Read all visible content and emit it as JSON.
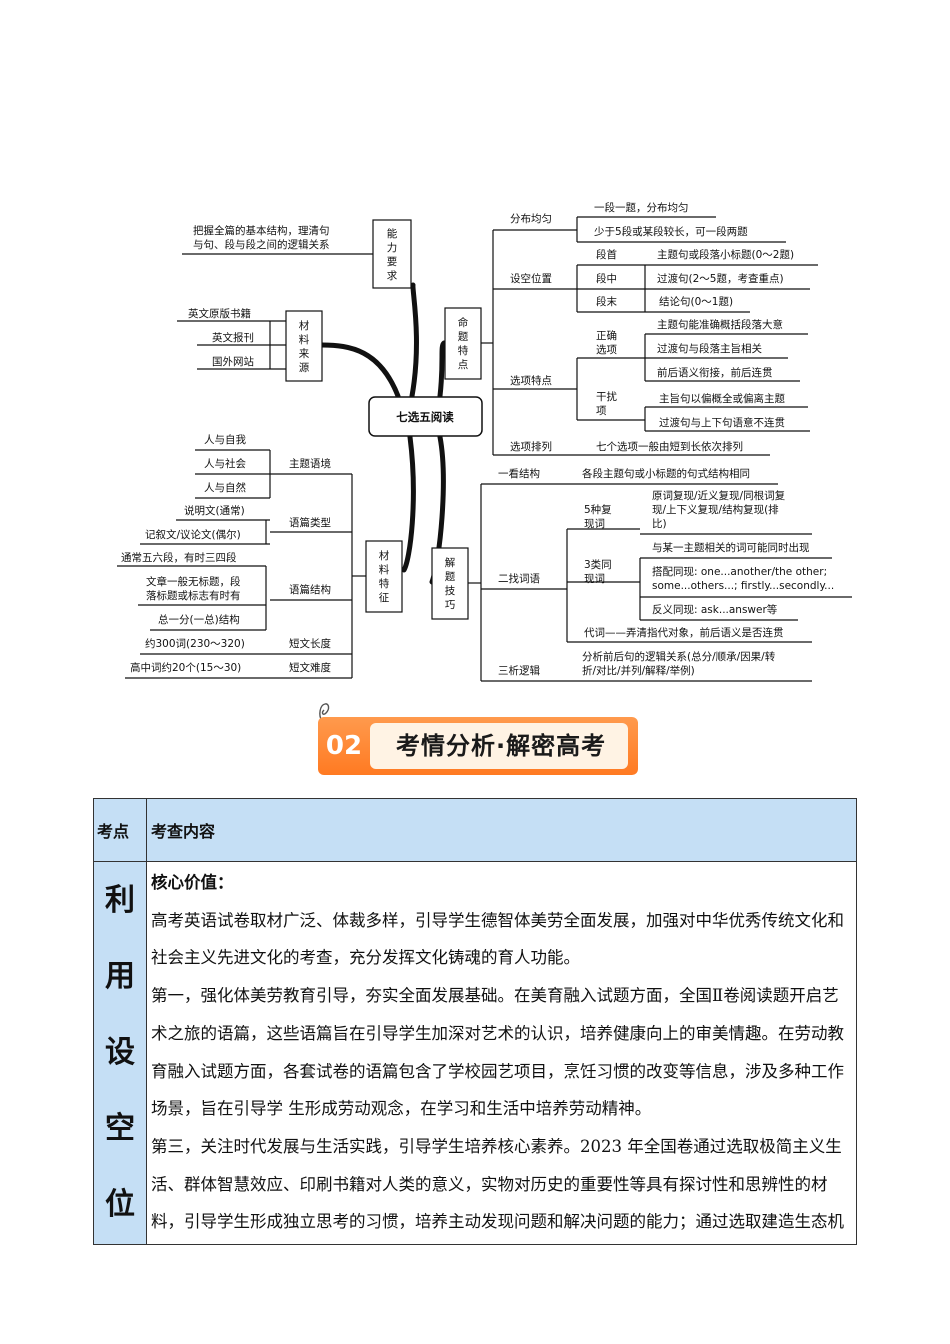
{
  "mindmap": {
    "center": "七选五阅读",
    "branches": {
      "requirement": {
        "label": "能力要求",
        "text": [
          "把握全篇的基本结构，理清句",
          "与句、段与段之间的逻辑关系"
        ]
      },
      "source": {
        "label": "材料来源",
        "items": [
          "英文原版书籍",
          "英文报刊",
          "国外网站"
        ]
      },
      "features": {
        "label": "材料特征",
        "subs": [
          {
            "label": "主题语境",
            "items": [
              "人与自我",
              "人与社会",
              "人与自然"
            ]
          },
          {
            "label": "语篇类型",
            "items": [
              "说明文(通常)",
              "记叙文/议论文(偶尔)"
            ]
          },
          {
            "label": "语篇结构",
            "items": [
              "通常五六段，有时三四段",
              "文章一般无标题，段",
              "落标题或标志有时有",
              "总一分(一总)结构"
            ]
          },
          {
            "label": "短文长度",
            "items": [
              "约300词(230～320)"
            ]
          },
          {
            "label": "短文难度",
            "items": [
              "高中词约20个(15～30)"
            ]
          }
        ]
      },
      "proposition": {
        "label": "命题特点",
        "distribution": {
          "label": "分布均匀",
          "items": [
            "一段一题，分布均匀",
            "少于5段或某段较长，可一段两题"
          ]
        },
        "position": {
          "label": "设空位置",
          "items": [
            {
              "k": "段首",
              "v": "主题句或段落小标题(0～2题)"
            },
            {
              "k": "段中",
              "v": "过渡句(2～5题，考查重点)"
            },
            {
              "k": "段末",
              "v": "结论句(0～1题)"
            }
          ]
        },
        "options": {
          "label": "选项特点",
          "correct": {
            "k": "正确选项",
            "items": [
              "主题句能准确概括段落大意",
              "过渡句与段落主旨相关",
              "前后语义衔接，前后连贯"
            ]
          },
          "distractor": {
            "k": "干扰项",
            "items": [
              "主旨句以偏概全或偏离主题",
              "过渡句与上下句语意不连贯"
            ]
          }
        },
        "order": {
          "label": "选项排列",
          "text": "七个选项一般由短到长依次排列"
        }
      },
      "skills": {
        "label": "解题技巧",
        "s1": {
          "label": "一看结构",
          "text": "各段主题句或小标题的句式结构相同"
        },
        "s2": {
          "label": "二找词语",
          "rep5": {
            "k": "5种复现词",
            "text": [
              "原词复现/近义复现/同根词复",
              "现/上下义复现/结构复现(排",
              "比)"
            ]
          },
          "rep3": {
            "k": "3类同现词",
            "items": [
              {
                "text": [
                  "与某一主题相关的词可能同时出现"
                ]
              },
              {
                "text": [
                  "搭配同现: one...another/the other;",
                  "some...others...; firstly...secondly..."
                ]
              },
              {
                "text": [
                  "反义同现: ask...answer等"
                ]
              }
            ]
          },
          "pron": "代词——弄清指代对象，前后语义是否连贯"
        },
        "s3": {
          "label": "三析逻辑",
          "text": [
            "分析前后句的逻辑关系(总分/顺承/因果/转",
            "折/对比/并列/解释/举例)"
          ]
        }
      }
    }
  },
  "banner": {
    "number": "02",
    "title": "考情分析·解密高考"
  },
  "table": {
    "header": {
      "col1": "考点",
      "col2": "考查内容"
    },
    "point_chars": [
      "利",
      "用",
      "设",
      "空",
      "位"
    ],
    "lines": [
      "核心价值：",
      "高考英语试卷取材广泛、体裁多样，引导学生德智体美劳全面发展，加强对中华优秀传统文化和",
      "社会主义先进文化的考查，充分发挥文化铸魂的育人功能。",
      "第一，强化体美劳教育引导，夯实全面发展基础。在美育融入试题方面，全国Ⅱ卷阅读题开启艺",
      "术之旅的语篇，这些语篇旨在引导学生加深对艺术的认识，培养健康向上的审美情趣。在劳动教",
      "育融入试题方面，各套试卷的语篇包含了学校园艺项目，烹饪习惯的改变等信息，涉及多种工作",
      "场景，旨在引导学  生形成劳动观念，在学习和生活中培养劳动精神。",
      "第三，关注时代发展与生活实践，引导学生培养核心素养。2023 年全国卷通过选取极简主义生",
      "活、群体智慧效应、印刷书籍对人类的意义，实物对历史的重要性等具有探讨性和思辨性的材",
      "料，引导学生形成独立思考的习惯，培养主动发现问题和解决问题的能力；通过选取建造生态机"
    ]
  }
}
